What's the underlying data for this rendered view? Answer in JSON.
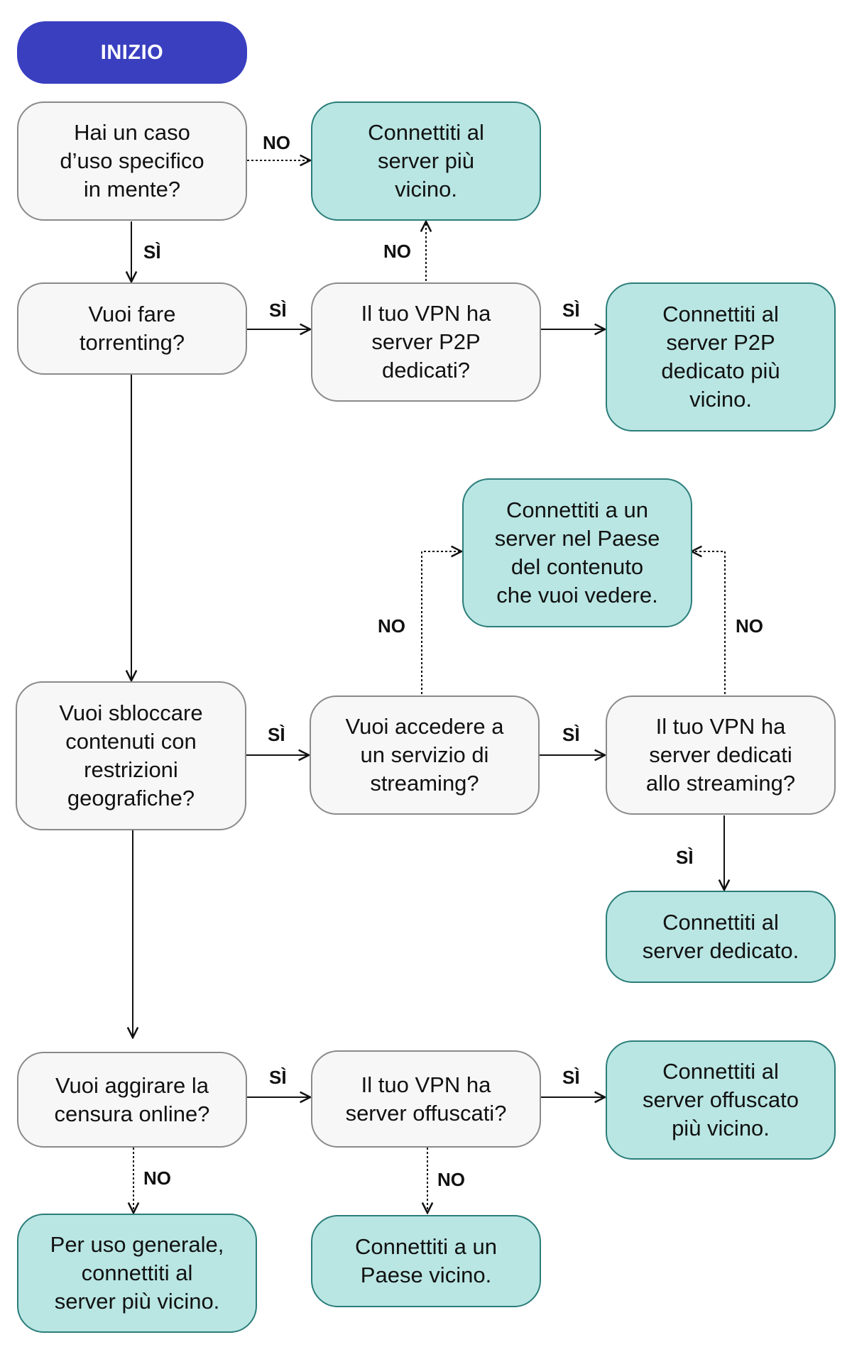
{
  "colors": {
    "start": "#3a3fc0",
    "question_fill": "#f7f7f7",
    "question_border": "#8a8a8a",
    "result_fill": "#b9e6e3",
    "result_border": "#2b7d7a",
    "line": "#111111"
  },
  "nodes": {
    "start": "INIZIO",
    "q_use_case": "Hai un caso\nd’uso specifico\nin mente?",
    "r_nearest": "Connettiti al\nserver più\nvicino.",
    "q_torrent": "Vuoi fare\ntorrenting?",
    "q_p2p": "Il tuo VPN ha\nserver P2P\ndedicati?",
    "r_p2p": "Connettiti al\nserver P2P\ndedicato più\nvicino.",
    "r_country": "Connettiti a un\nserver nel Paese\ndel contenuto\nche vuoi vedere.",
    "q_geo": "Vuoi sbloccare\ncontenuti con\nrestrizioni\ngeografiche?",
    "q_stream": "Vuoi accedere a\nun servizio di\nstreaming?",
    "q_stream_servers": "Il tuo VPN ha\nserver dedicati\nallo streaming?",
    "r_dedicated": "Connettiti al\nserver dedicato.",
    "q_censor": "Vuoi aggirare la\ncensura online?",
    "q_obf": "Il tuo VPN ha\nserver offuscati?",
    "r_obf": "Connettiti al\nserver offuscato\npiù vicino.",
    "r_general": "Per uso generale,\nconnettiti al\nserver più vicino.",
    "r_near_country": "Connettiti a un\nPaese vicino."
  },
  "labels": {
    "no_use_case": "NO",
    "si_use_case": "SÌ",
    "no_p2p_up": "NO",
    "si_torrent": "SÌ",
    "si_p2p": "SÌ",
    "no_stream": "NO",
    "no_stream_servers": "NO",
    "si_geo": "SÌ",
    "si_stream": "SÌ",
    "si_stream_servers": "SÌ",
    "si_censor": "SÌ",
    "si_obf": "SÌ",
    "no_censor": "NO",
    "no_obf": "NO"
  }
}
